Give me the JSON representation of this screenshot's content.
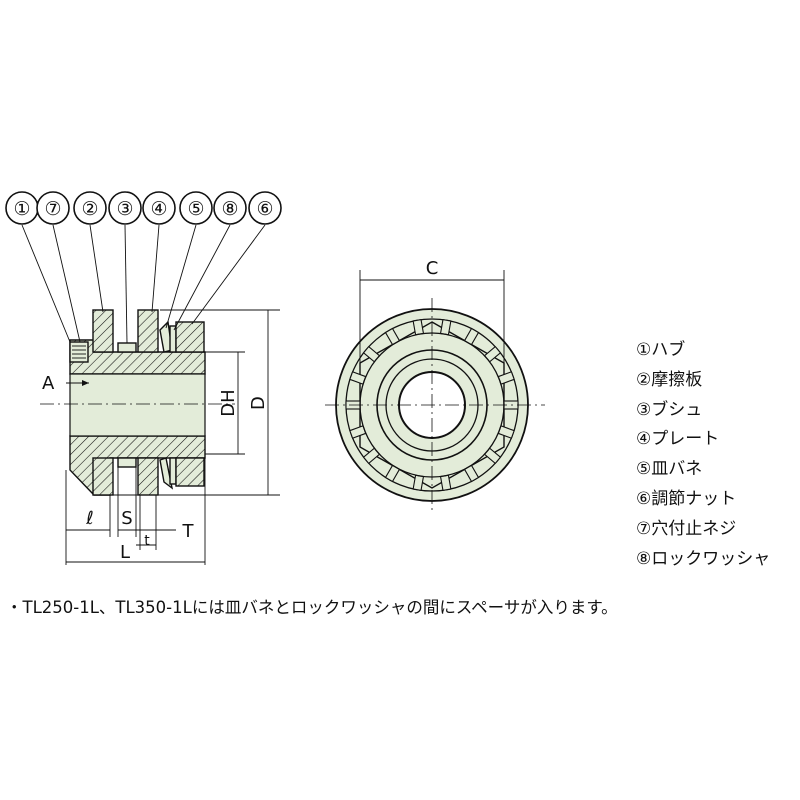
{
  "callouts": [
    "①",
    "⑦",
    "②",
    "③",
    "④",
    "⑤",
    "⑧",
    "⑥"
  ],
  "dimensions": {
    "A": "A",
    "DH": "DH",
    "D": "D",
    "l": "ℓ",
    "S": "S",
    "t": "t",
    "T": "T",
    "L": "L",
    "C": "C"
  },
  "legend": [
    "①ハブ",
    "②摩擦板",
    "③ブシュ",
    "④プレート",
    "⑤皿バネ",
    "⑥調節ナット",
    "⑦穴付止ネジ",
    "⑧ロックワッシャ"
  ],
  "note": "・TL250-1L、TL350-1Lには皿バネとロックワッシャの間にスペーサが入ります。",
  "colors": {
    "part_fill": "#e3ecd9",
    "line": "#111111",
    "background": "#ffffff"
  }
}
